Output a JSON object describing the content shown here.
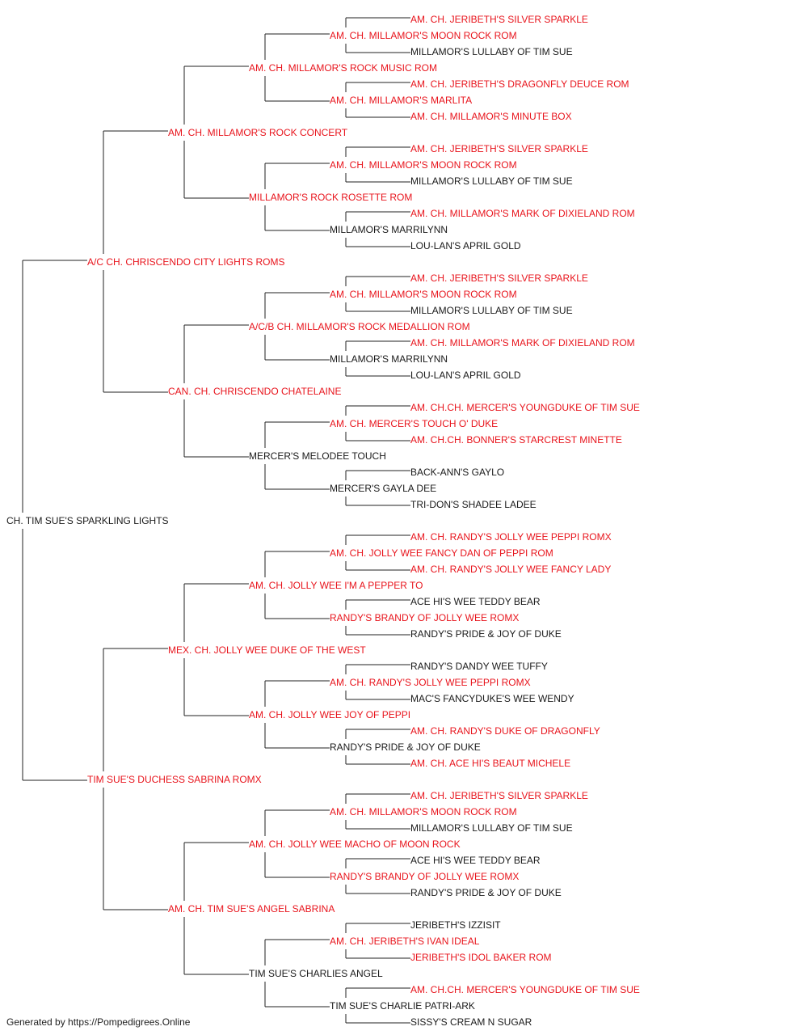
{
  "colors": {
    "titled": "#e8141c",
    "normal": "#1a1a1a",
    "lines": "#222222"
  },
  "pedigree": {
    "name": "CH. TIM SUE'S SPARKLING LIGHTS",
    "titled": false,
    "sire": {
      "name": "A/C CH. CHRISCENDO CITY LIGHTS ROMS",
      "titled": true,
      "sire": {
        "name": "AM. CH. MILLAMOR'S ROCK CONCERT",
        "titled": true,
        "sire": {
          "name": "AM. CH. MILLAMOR'S ROCK MUSIC ROM",
          "titled": true,
          "sire": {
            "name": "AM. CH. MILLAMOR'S MOON ROCK ROM",
            "titled": true,
            "sire": {
              "name": "AM. CH. JERIBETH'S SILVER SPARKLE",
              "titled": true
            },
            "dam": {
              "name": "MILLAMOR'S LULLABY OF TIM SUE",
              "titled": false
            }
          },
          "dam": {
            "name": "AM. CH. MILLAMOR'S MARLITA",
            "titled": true,
            "sire": {
              "name": "AM. CH. JERIBETH'S DRAGONFLY DEUCE ROM",
              "titled": true
            },
            "dam": {
              "name": "AM. CH. MILLAMOR'S MINUTE BOX",
              "titled": true
            }
          }
        },
        "dam": {
          "name": "MILLAMOR'S ROCK ROSETTE ROM",
          "titled": true,
          "sire": {
            "name": "AM. CH. MILLAMOR'S MOON ROCK ROM",
            "titled": true,
            "sire": {
              "name": "AM. CH. JERIBETH'S SILVER SPARKLE",
              "titled": true
            },
            "dam": {
              "name": "MILLAMOR'S LULLABY OF TIM SUE",
              "titled": false
            }
          },
          "dam": {
            "name": "MILLAMOR'S MARRILYNN",
            "titled": false,
            "sire": {
              "name": "AM. CH. MILLAMOR'S MARK OF DIXIELAND ROM",
              "titled": true
            },
            "dam": {
              "name": "LOU-LAN'S APRIL GOLD",
              "titled": false
            }
          }
        }
      },
      "dam": {
        "name": "CAN. CH. CHRISCENDO CHATELAINE",
        "titled": true,
        "sire": {
          "name": "A/C/B CH. MILLAMOR'S ROCK MEDALLION ROM",
          "titled": true,
          "sire": {
            "name": "AM. CH. MILLAMOR'S MOON ROCK ROM",
            "titled": true,
            "sire": {
              "name": "AM. CH. JERIBETH'S SILVER SPARKLE",
              "titled": true
            },
            "dam": {
              "name": "MILLAMOR'S LULLABY OF TIM SUE",
              "titled": false
            }
          },
          "dam": {
            "name": "MILLAMOR'S MARRILYNN",
            "titled": false,
            "sire": {
              "name": "AM. CH. MILLAMOR'S MARK OF DIXIELAND ROM",
              "titled": true
            },
            "dam": {
              "name": "LOU-LAN'S APRIL GOLD",
              "titled": false
            }
          }
        },
        "dam": {
          "name": "MERCER'S MELODEE TOUCH",
          "titled": false,
          "sire": {
            "name": "AM. CH. MERCER'S TOUCH O' DUKE",
            "titled": true,
            "sire": {
              "name": "AM. CH.CH. MERCER'S YOUNGDUKE OF TIM SUE",
              "titled": true
            },
            "dam": {
              "name": "AM. CH.CH. BONNER'S STARCREST MINETTE",
              "titled": true
            }
          },
          "dam": {
            "name": "MERCER'S GAYLA DEE",
            "titled": false,
            "sire": {
              "name": "BACK-ANN'S GAYLO",
              "titled": false
            },
            "dam": {
              "name": "TRI-DON'S SHADEE LADEE",
              "titled": false
            }
          }
        }
      }
    },
    "dam": {
      "name": "TIM SUE'S DUCHESS SABRINA ROMX",
      "titled": true,
      "sire": {
        "name": "MEX. CH. JOLLY WEE DUKE OF THE WEST",
        "titled": true,
        "sire": {
          "name": "AM. CH. JOLLY WEE I'M A PEPPER TO",
          "titled": true,
          "sire": {
            "name": "AM. CH. JOLLY WEE FANCY DAN OF PEPPI ROM",
            "titled": true,
            "sire": {
              "name": "AM. CH. RANDY'S JOLLY WEE PEPPI ROMX",
              "titled": true
            },
            "dam": {
              "name": "AM. CH. RANDY'S JOLLY WEE FANCY LADY",
              "titled": true
            }
          },
          "dam": {
            "name": "RANDY'S BRANDY OF JOLLY WEE ROMX",
            "titled": true,
            "sire": {
              "name": "ACE HI'S WEE TEDDY BEAR",
              "titled": false
            },
            "dam": {
              "name": "RANDY'S PRIDE & JOY OF DUKE",
              "titled": false
            }
          }
        },
        "dam": {
          "name": "AM. CH. JOLLY WEE JOY OF PEPPI",
          "titled": true,
          "sire": {
            "name": "AM. CH. RANDY'S JOLLY WEE PEPPI ROMX",
            "titled": true,
            "sire": {
              "name": "RANDY'S DANDY WEE TUFFY",
              "titled": false
            },
            "dam": {
              "name": "MAC'S FANCYDUKE'S WEE WENDY",
              "titled": false
            }
          },
          "dam": {
            "name": "RANDY'S PRIDE & JOY OF DUKE",
            "titled": false,
            "sire": {
              "name": "AM. CH. RANDY'S DUKE OF DRAGONFLY",
              "titled": true
            },
            "dam": {
              "name": "AM. CH. ACE HI'S BEAUT MICHELE",
              "titled": true
            }
          }
        }
      },
      "dam": {
        "name": "AM. CH. TIM SUE'S ANGEL SABRINA",
        "titled": true,
        "sire": {
          "name": "AM. CH. JOLLY WEE MACHO OF MOON ROCK",
          "titled": true,
          "sire": {
            "name": "AM. CH. MILLAMOR'S MOON ROCK ROM",
            "titled": true,
            "sire": {
              "name": "AM. CH. JERIBETH'S SILVER SPARKLE",
              "titled": true
            },
            "dam": {
              "name": "MILLAMOR'S LULLABY OF TIM SUE",
              "titled": false
            }
          },
          "dam": {
            "name": "RANDY'S BRANDY OF JOLLY WEE ROMX",
            "titled": true,
            "sire": {
              "name": "ACE HI'S WEE TEDDY BEAR",
              "titled": false
            },
            "dam": {
              "name": "RANDY'S PRIDE & JOY OF DUKE",
              "titled": false
            }
          }
        },
        "dam": {
          "name": "TIM SUE'S CHARLIES ANGEL",
          "titled": false,
          "sire": {
            "name": "AM. CH. JERIBETH'S IVAN IDEAL",
            "titled": true,
            "sire": {
              "name": "JERIBETH'S IZZISIT",
              "titled": false
            },
            "dam": {
              "name": "JERIBETH'S IDOL BAKER ROM",
              "titled": true
            }
          },
          "dam": {
            "name": "TIM SUE'S CHARLIE PATRI-ARK",
            "titled": false,
            "sire": {
              "name": "AM. CH.CH. MERCER'S YOUNGDUKE OF TIM SUE",
              "titled": true
            },
            "dam": {
              "name": "SISSY'S CREAM N SUGAR",
              "titled": false
            }
          }
        }
      }
    }
  },
  "footer": {
    "text": "Generated by https://Pompedigrees.Online"
  }
}
